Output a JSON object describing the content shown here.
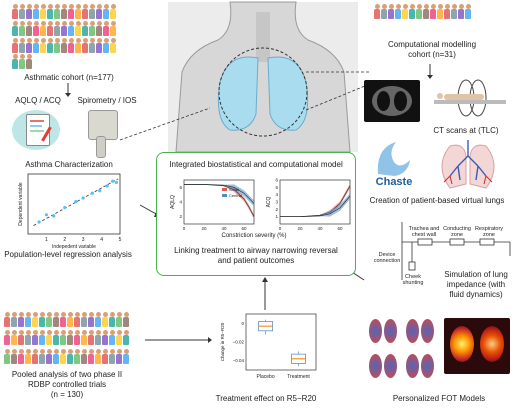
{
  "left": {
    "asthma_cohort": "Asthmatic cohort (n=177)",
    "aqlq_acq": "AQLQ / ACQ",
    "spirometry": "Spirometry / IOS",
    "characterization": "Asthma Characterization",
    "regression_title": "Population-level regression analysis",
    "pooled_line1": "Pooled analysis of two phase II",
    "pooled_line2": "RDBP controlled trials",
    "pooled_line3": "(n = 130)"
  },
  "right": {
    "comp_cohort_line1": "Computational modelling",
    "comp_cohort_line2": "cohort (n=31)",
    "ct_scans": "CT scans at (TLC)",
    "chaste": "Chaste",
    "virtual_lungs": "Creation of patient-based virtual lungs",
    "sim_line1": "Simulation of lung",
    "sim_line2": "impedance (with",
    "sim_line3": "fluid dynamics)",
    "fot_models": "Personalized FOT Models",
    "circuit": {
      "device": "Device connection",
      "trachea": "Trachea and chest wall",
      "conducting": "Conducting zone",
      "respiratory": "Respiratory zone",
      "shunting": "Cheek shunting"
    }
  },
  "center": {
    "model_title": "Integrated biostatistical and computational model",
    "linking_line1": "Linking treatment to airway narrowing reversal",
    "linking_line2": "and patient outcomes",
    "treatment_effect": "Treatment effect on R5−R20"
  },
  "chart_data": [
    {
      "type": "scatter",
      "xlabel": "Indepedent variable",
      "ylabel": "Dependent variable",
      "x": [
        0.6,
        1.0,
        1.4,
        2.0,
        2.6,
        3.0,
        3.5,
        3.9,
        4.3,
        4.6,
        4.8
      ],
      "y": [
        1.0,
        1.6,
        1.5,
        2.2,
        2.7,
        3.0,
        3.4,
        3.6,
        4.0,
        4.4,
        4.3
      ],
      "xticks": [
        "1",
        "2",
        "3",
        "4",
        "5"
      ],
      "xlim": [
        0,
        5
      ],
      "ylim": [
        0,
        5
      ]
    },
    {
      "type": "area",
      "xlabel": "Constriction severity (%)",
      "ylabel": "AQLQ",
      "xticks": [
        "0",
        "20",
        "40",
        "60"
      ],
      "yticks": [
        "2",
        "4",
        "6"
      ],
      "xlim": [
        0,
        70
      ],
      "ylim": [
        1,
        7
      ],
      "series": [
        {
          "name": "Small",
          "color": "#e05a4f",
          "x": [
            0,
            20,
            40,
            50,
            60,
            65,
            70
          ],
          "y": [
            6.4,
            6.4,
            6.2,
            5.7,
            4.4,
            3.3,
            2.0
          ]
        },
        {
          "name": "Central",
          "color": "#4a8fc7",
          "x": [
            0,
            20,
            40,
            50,
            60,
            65,
            70
          ],
          "y": [
            6.4,
            6.4,
            6.3,
            6.0,
            5.2,
            4.5,
            3.8
          ]
        }
      ]
    },
    {
      "type": "area",
      "ylabel": "ACQ",
      "xticks": [
        "0",
        "20",
        "40",
        "60"
      ],
      "yticks": [
        "1",
        "2",
        "3",
        "4",
        "5",
        "6"
      ],
      "xlim": [
        0,
        70
      ],
      "ylim": [
        0,
        6
      ],
      "series": [
        {
          "name": "Small",
          "color": "#e05a4f",
          "x": [
            0,
            20,
            40,
            50,
            60,
            65,
            70
          ],
          "y": [
            1.0,
            1.0,
            1.2,
            1.6,
            2.8,
            4.0,
            5.2
          ]
        },
        {
          "name": "Central",
          "color": "#4a8fc7",
          "x": [
            0,
            20,
            40,
            50,
            60,
            65,
            70
          ],
          "y": [
            1.0,
            1.0,
            1.1,
            1.4,
            2.2,
            3.0,
            3.8
          ]
        }
      ]
    },
    {
      "type": "box",
      "ylabel": "Change in R5−R20",
      "categories": [
        "Placebo",
        "Treatment"
      ],
      "yticks": [
        "0",
        "−0.02",
        "−0.04"
      ],
      "ylim": [
        -0.05,
        0.01
      ],
      "boxes": [
        {
          "min": -0.012,
          "q1": -0.008,
          "median": -0.003,
          "q3": 0.002,
          "max": 0.004
        },
        {
          "min": -0.046,
          "q1": -0.043,
          "median": -0.038,
          "q3": -0.033,
          "max": -0.03
        }
      ]
    }
  ]
}
